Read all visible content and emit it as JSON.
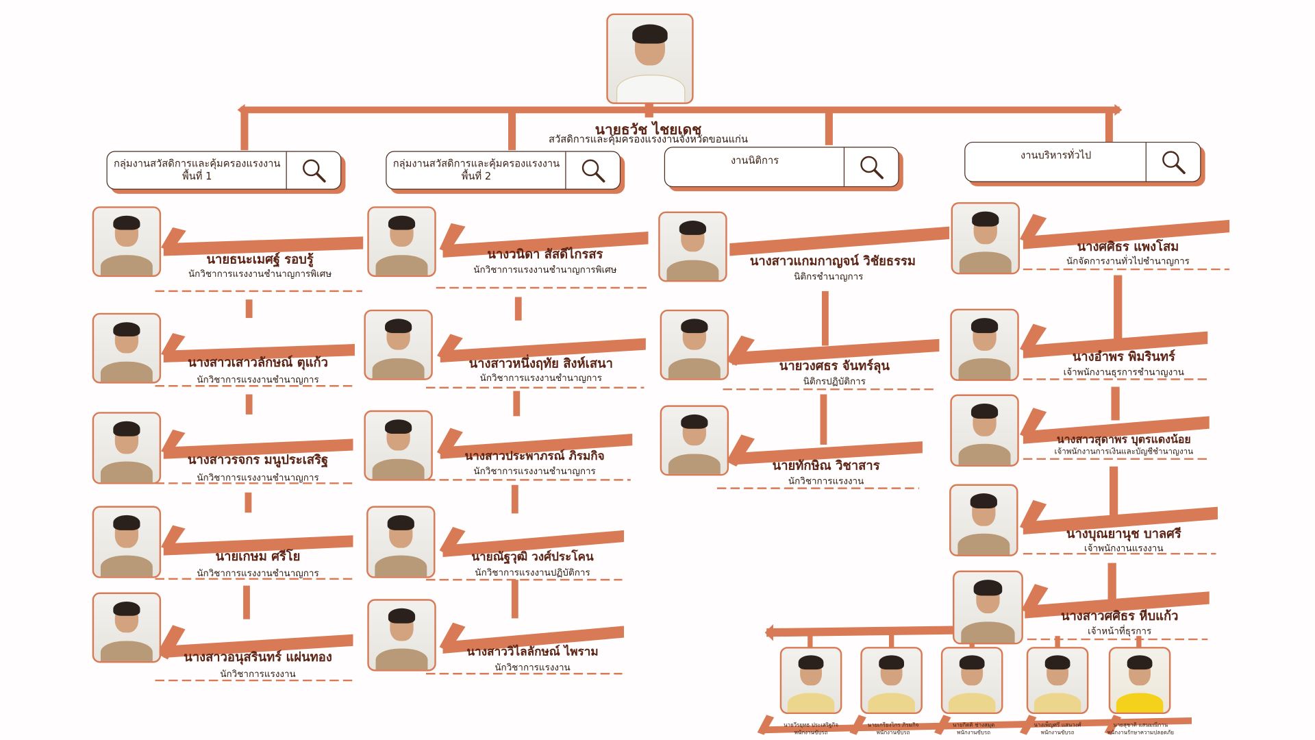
{
  "chief": {
    "name": "นายธวัช ไชยเดช",
    "role": "สวัสดิการและคุ้มครองแรงงานจังหวัดขอนแก่น"
  },
  "groups": [
    {
      "label": "กลุ่มงานสวัสดิการและคุ้มครองแรงงาน พื้นที่ 1",
      "members": [
        {
          "name": "นายธนะเมศฐ์ รอบรู้",
          "role": "นักวิชาการแรงงานชำนาญการพิเศษ"
        },
        {
          "name": "นางสาวเสาวลักษณ์ ตุแก้ว",
          "role": "นักวิชาการแรงงานชำนาญการ"
        },
        {
          "name": "นางสาวรจกร มนูประเสริฐ",
          "role": "นักวิชาการแรงงานชำนาญการ"
        },
        {
          "name": "นายเกษม ศรีโย",
          "role": "นักวิชาการแรงงานชำนาญการ"
        },
        {
          "name": "นางสาวอนุสรินทร์ แผ่นทอง",
          "role": "นักวิชาการแรงงาน"
        }
      ]
    },
    {
      "label": "กลุ่มงานสวัสดิการและคุ้มครองแรงงาน พื้นที่ 2",
      "members": [
        {
          "name": "นางวนิดา สัสดีไกรสร",
          "role": "นักวิชาการแรงงานชำนาญการพิเศษ"
        },
        {
          "name": "นางสาวหนึ่งฤทัย สิงห์เสนา",
          "role": "นักวิชาการแรงงานชำนาญการ"
        },
        {
          "name": "นางสาวประพาภรณ์ ภิรมกิจ",
          "role": "นักวิชาการแรงงานชำนาญการ"
        },
        {
          "name": "นายณัฐวุฒิ วงศ์ประโคน",
          "role": "นักวิชาการแรงงานปฏิบัติการ"
        },
        {
          "name": "นางสาววิไลลักษณ์ ไพราม",
          "role": "นักวิชาการแรงงาน"
        }
      ]
    },
    {
      "label": "งานนิติการ",
      "members": [
        {
          "name": "นางสาวแกมกาญจน์ วิชัยธรรม",
          "role": "นิติกรชำนาญการ"
        },
        {
          "name": "นายวงศธร จันทร์ลุน",
          "role": "นิติกรปฏิบัติการ"
        },
        {
          "name": "นายทักษิณ วิชาสาร",
          "role": "นักวิชาการแรงงาน"
        }
      ]
    },
    {
      "label": "งานบริหารทั่วไป",
      "members": [
        {
          "name": "นางศศิธร แพงโสม",
          "role": "นักจัดการงานทั่วไปชำนาญการ"
        },
        {
          "name": "นางอำพร พิมรินทร์",
          "role": "เจ้าพนักงานธุรการชำนาญงาน"
        },
        {
          "name": "นางสาวสุดาพร บุตรแดงน้อย",
          "role": "เจ้าพนักงานการเงินและบัญชีชำนาญงาน"
        },
        {
          "name": "นางบุณยานุช บาลศรี",
          "role": "เจ้าพนักงานแรงงาน"
        },
        {
          "name": "นางสาวศศิธร หีบแก้ว",
          "role": "เจ้าหน้าที่ธุรการ"
        }
      ]
    }
  ],
  "support_staff": [
    {
      "name": "นายวีรยุทธ ประเสริฐกิจ",
      "role": "พนักงานขับรถ"
    },
    {
      "name": "นายเกรียงไกร ภิรมกิจ",
      "role": "พนักงานขับรถ"
    },
    {
      "name": "นายกิตติ ช่างสมุด",
      "role": "พนักงานขับรถ"
    },
    {
      "name": "นางเพ็ญศรี แสนวงศ์",
      "role": "พนักงานขับรถ"
    },
    {
      "name": "นายสุชาติ แสนมณีกาน",
      "role": "พนักงานรักษาความปลอดภัย"
    }
  ],
  "colors": {
    "accent": "#d87a55",
    "line": "#d87a55",
    "text": "#5b2415",
    "background": "#fffdfd"
  }
}
